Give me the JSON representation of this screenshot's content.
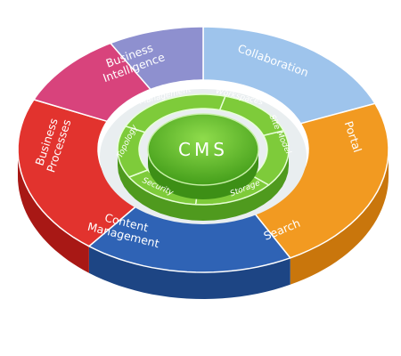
{
  "center": {
    "label": "CMS",
    "color": "#5cb52a"
  },
  "outer_ring": [
    {
      "label": "Collaboration",
      "color": "#9ec4ec",
      "side_color": "#7aa3cf"
    },
    {
      "label": "Portal",
      "color": "#f29a21",
      "side_color": "#c9760c"
    },
    {
      "label": "Search",
      "color": "#2f63b5",
      "side_color": "#1d4584"
    },
    {
      "label": "Content Management",
      "color": "#e2332e",
      "side_color": "#a81815"
    },
    {
      "label": "Business Processes",
      "color": "#d8437c",
      "side_color": "#a22456"
    },
    {
      "label": "Business Intelligence",
      "color": "#8e90cf",
      "side_color": "#6b6daa"
    }
  ],
  "inner_ring": {
    "color": "#7ecb3a",
    "side_color": "#4f9a1e",
    "items": [
      {
        "label": "Workspaces"
      },
      {
        "label": "Site Model"
      },
      {
        "label": "Storage"
      },
      {
        "label": "Security"
      },
      {
        "label": "Topology"
      },
      {
        "label": "Management"
      }
    ]
  }
}
